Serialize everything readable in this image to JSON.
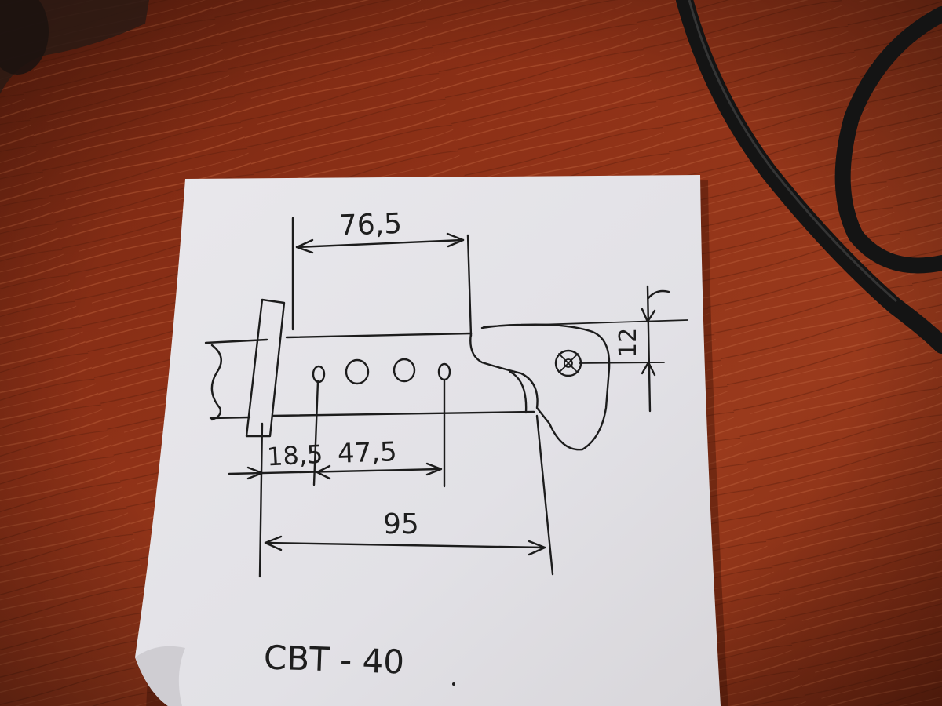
{
  "photo": {
    "surface": "wooden desk",
    "colors": {
      "wood": "#8b2e16",
      "wood_dark": "#5e1e0c",
      "paper": "#e7e6ea",
      "ink": "#1c1c1c",
      "cable": "#151515"
    }
  },
  "sketch": {
    "dimensions": {
      "top_length": "76,5",
      "height": "12",
      "offset_small": "18,5",
      "hole_span": "47,5",
      "overall_length": "95"
    },
    "caption": "СВТ - 40"
  }
}
